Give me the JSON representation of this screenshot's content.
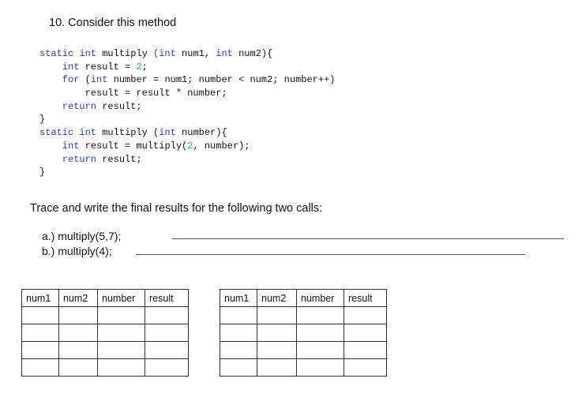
{
  "question": {
    "title": "10. Consider this method"
  },
  "code": {
    "lines": [
      [
        {
          "t": "static int",
          "c": "kw"
        },
        {
          "t": " multiply ",
          "c": "plain"
        },
        {
          "t": "(int",
          "c": "kw"
        },
        {
          "t": " num1, ",
          "c": "plain"
        },
        {
          "t": "int",
          "c": "kw"
        },
        {
          "t": " num2){",
          "c": "plain"
        }
      ],
      [
        {
          "t": "    int",
          "c": "kw"
        },
        {
          "t": " result = ",
          "c": "plain"
        },
        {
          "t": "2",
          "c": "num"
        },
        {
          "t": ";",
          "c": "plain"
        }
      ],
      [
        {
          "t": "    for",
          "c": "kw"
        },
        {
          "t": " (",
          "c": "plain"
        },
        {
          "t": "int",
          "c": "kw"
        },
        {
          "t": " number = num1; number < num2; number++)",
          "c": "plain"
        }
      ],
      [
        {
          "t": "        result = result * number;",
          "c": "plain"
        }
      ],
      [
        {
          "t": "    return",
          "c": "kw"
        },
        {
          "t": " result;",
          "c": "plain"
        }
      ],
      [
        {
          "t": "}",
          "c": "plain"
        }
      ],
      [
        {
          "t": "static int",
          "c": "kw"
        },
        {
          "t": " multiply (",
          "c": "plain"
        },
        {
          "t": "int",
          "c": "kw"
        },
        {
          "t": " number){",
          "c": "plain"
        }
      ],
      [
        {
          "t": "    int",
          "c": "kw"
        },
        {
          "t": " result = multiply(",
          "c": "plain"
        },
        {
          "t": "2",
          "c": "num"
        },
        {
          "t": ", number);",
          "c": "plain"
        }
      ],
      [
        {
          "t": "    return",
          "c": "kw"
        },
        {
          "t": " result;",
          "c": "plain"
        }
      ],
      [
        {
          "t": "}",
          "c": "plain"
        }
      ]
    ]
  },
  "instructions": "Trace and write the final results for the following two calls:",
  "calls": {
    "a": "a.) multiply(5,7);",
    "b": "b.) multiply(4);"
  },
  "tables": {
    "headers": [
      "num1",
      "num2",
      "number",
      "result"
    ],
    "row_count": 4
  },
  "colors": {
    "keyword": "#2a3bb7",
    "number_literal": "#2aa7d6"
  }
}
